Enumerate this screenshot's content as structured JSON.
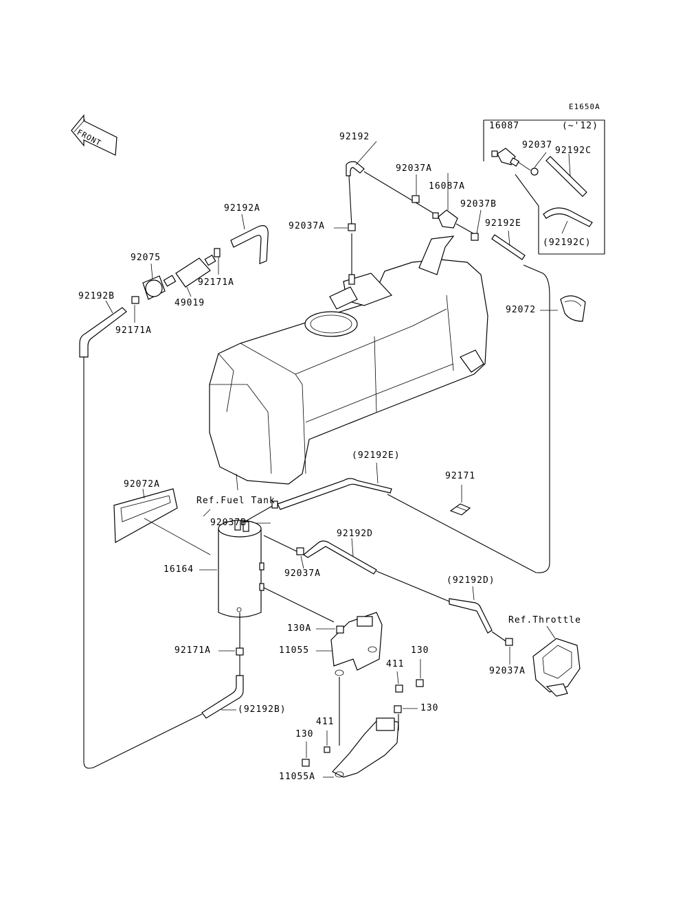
{
  "diagram": {
    "code": "E1650A",
    "front_label": "FRONT",
    "inset": {
      "note": "(~'12)"
    },
    "labels": {
      "p16087": "16087",
      "p92037_inset": "92037",
      "p92192C": "92192C",
      "p92192C_paren": "(92192C)",
      "p92192_top": "92192",
      "p92037A_top": "92037A",
      "p16087A": "16087A",
      "p92037B_top": "92037B",
      "p92192E": "92192E",
      "p92037A_left": "92037A",
      "p92192A": "92192A",
      "p92075": "92075",
      "p92171A_top": "92171A",
      "p49019": "49019",
      "p92192B": "92192B",
      "p92171A_left": "92171A",
      "p92072": "92072",
      "p92192E_paren": "(92192E)",
      "p92171": "92171",
      "p92072A": "92072A",
      "ref_fuel_tank": "Ref.Fuel Tank",
      "p92037B_mid": "92037B",
      "p92192D": "92192D",
      "p16164": "16164",
      "p92037A_mid": "92037A",
      "p92192D_paren": "(92192D)",
      "ref_throttle": "Ref.Throttle",
      "p130A": "130A",
      "p11055": "11055",
      "p92171A_bottom": "92171A",
      "p130_top": "130",
      "p411_top": "411",
      "p92037A_right": "92037A",
      "p130_right": "130",
      "p92192B_paren": "(92192B)",
      "p411_bottom": "411",
      "p130_bottom": "130",
      "p11055A": "11055A"
    }
  }
}
